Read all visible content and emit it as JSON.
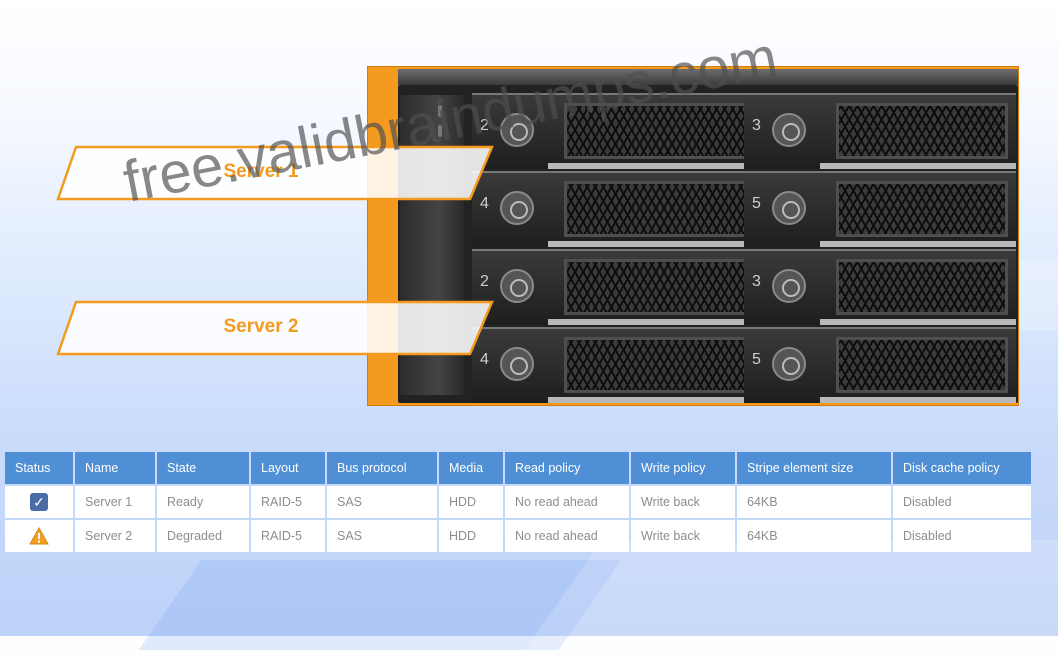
{
  "labels": {
    "server1": "Server 1",
    "server2": "Server 2"
  },
  "watermark": "free.validbraindumps.com",
  "bays": [
    {
      "num": "2"
    },
    {
      "num": "3"
    },
    {
      "num": "4"
    },
    {
      "num": "5"
    },
    {
      "num": "2"
    },
    {
      "num": "3"
    },
    {
      "num": "4"
    },
    {
      "num": "5"
    }
  ],
  "table": {
    "headers": [
      "Status",
      "Name",
      "State",
      "Layout",
      "Bus protocol",
      "Media",
      "Read policy",
      "Write policy",
      "Stripe element size",
      "Disk cache policy"
    ],
    "rows": [
      {
        "status_icon": "checkbox-checked-icon",
        "name": "Server 1",
        "state": "Ready",
        "layout": "RAID-5",
        "bus": "SAS",
        "media": "HDD",
        "read": "No read ahead",
        "write": "Write back",
        "stripe": "64KB",
        "cache": "Disabled"
      },
      {
        "status_icon": "warning-icon",
        "name": "Server 2",
        "state": "Degraded",
        "layout": "RAID-5",
        "bus": "SAS",
        "media": "HDD",
        "read": "No read ahead",
        "write": "Write back",
        "stripe": "64KB",
        "cache": "Disabled"
      }
    ]
  },
  "colors": {
    "accent_orange": "#f39a1f",
    "header_blue": "#4f8fd6",
    "check_blue": "#4a6da8",
    "warning_orange": "#f0a020"
  }
}
